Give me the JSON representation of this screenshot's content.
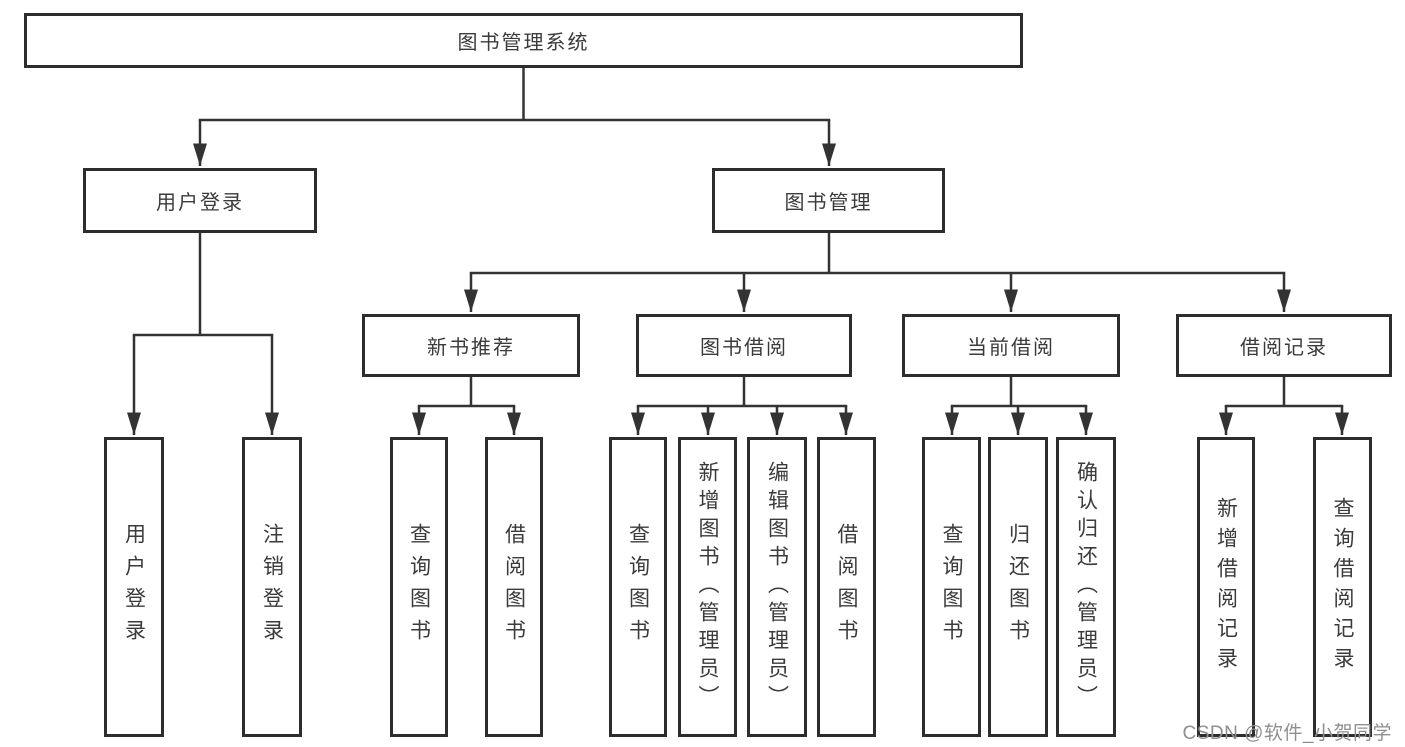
{
  "diagram": {
    "root": "图书管理系统",
    "level2": {
      "user_login": "用户登录",
      "book_mgmt": "图书管理"
    },
    "level3": {
      "new_book_rec": "新书推荐",
      "book_borrow": "图书借阅",
      "current_borrow": "当前借阅",
      "borrow_record": "借阅记录"
    },
    "leaves": {
      "user_login_children": [
        "用户登录",
        "注销登录"
      ],
      "new_book_rec_children": [
        "查询图书",
        "借阅图书"
      ],
      "book_borrow_children": [
        "查询图书",
        "新增图书（管理员）",
        "编辑图书（管理员）",
        "借阅图书"
      ],
      "current_borrow_children": [
        "查询图书",
        "归还图书",
        "确认归还（管理员）"
      ],
      "borrow_record_children": [
        "新增借阅记录",
        "查询借阅记录"
      ]
    }
  },
  "watermark": "CSDN @软件_小贺同学",
  "colors": {
    "line": "#333333",
    "box_border": "#2d2d2d",
    "text": "#3b3b3b",
    "background": "#ffffff",
    "watermark": "#8f8f8f"
  }
}
